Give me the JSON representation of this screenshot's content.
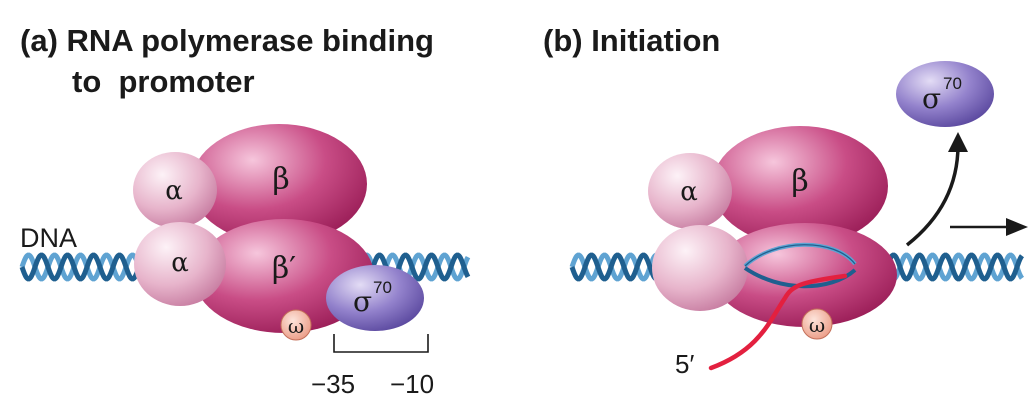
{
  "panel_a": {
    "title_line1": "(a) RNA polymerase binding",
    "title_line2": "to  promoter",
    "dna_label": "DNA",
    "alpha1": "α",
    "alpha2": "α",
    "beta": "β",
    "beta_prime": "β′",
    "omega": "ω",
    "sigma": "σ",
    "sigma_sup": "70",
    "minus35": "−35",
    "minus10": "−10"
  },
  "panel_b": {
    "title": "(b) Initiation",
    "alpha": "α",
    "beta": "β",
    "omega": "ω",
    "sigma": "σ",
    "sigma_sup": "70",
    "five_prime": "5′"
  },
  "colors": {
    "beta": "#b8336a",
    "beta_highlight": "#f2b3cf",
    "alpha": "#e2a7c0",
    "alpha_highlight": "#fbeaf1",
    "sigma": "#8e7bc4",
    "omega": "#f3b7a6",
    "dna_dark": "#1f5f8f",
    "dna_light": "#5fa3d2",
    "rna": "#e3203f"
  }
}
